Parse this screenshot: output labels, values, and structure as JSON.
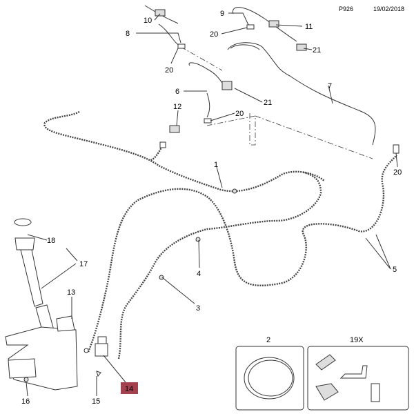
{
  "header": {
    "diagram_code": "P926",
    "date": "19/02/2018"
  },
  "callouts": {
    "c10": "10",
    "c8": "8",
    "c20a": "20",
    "c9": "9",
    "c11": "11",
    "c20b": "20",
    "c21a": "21",
    "c7": "7",
    "c6": "6",
    "c21b": "21",
    "c12": "12",
    "c20c": "20",
    "c20d": "20",
    "c1": "1",
    "c18": "18",
    "c17": "17",
    "c4": "4",
    "c3": "3",
    "c5": "5",
    "c13": "13",
    "c2": "2",
    "c19x": "19X",
    "c16": "16",
    "c15": "15",
    "c14": "14"
  },
  "highlight": {
    "selected_part": "14",
    "color": "#a5404f"
  }
}
